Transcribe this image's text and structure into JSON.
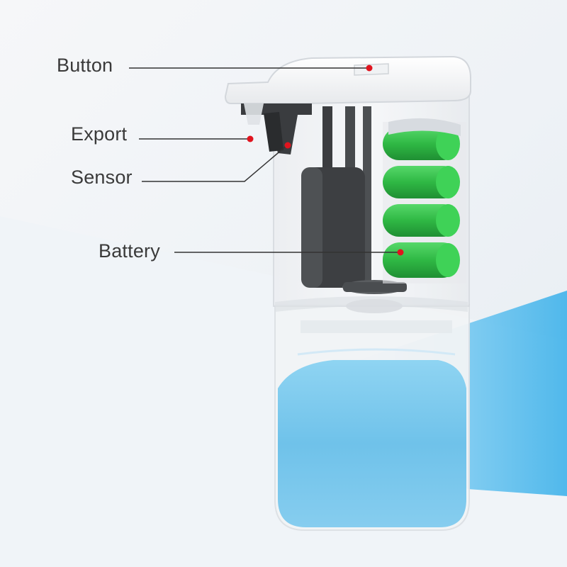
{
  "labels": {
    "button": "Button",
    "export": "Export",
    "sensor": "Sensor",
    "battery": "Battery"
  },
  "colors": {
    "background": "#f4f5f7",
    "floor_accent": "#5fc0ee",
    "leader_line": "#333333",
    "marker_dot": "#e0141e",
    "battery_green": "#35c24a",
    "liquid_blue": "#6ec4ec",
    "housing_white": "#ffffff",
    "pump_dark": "#3a3c3e"
  },
  "icons": {
    "marker": "red-dot-icon"
  }
}
